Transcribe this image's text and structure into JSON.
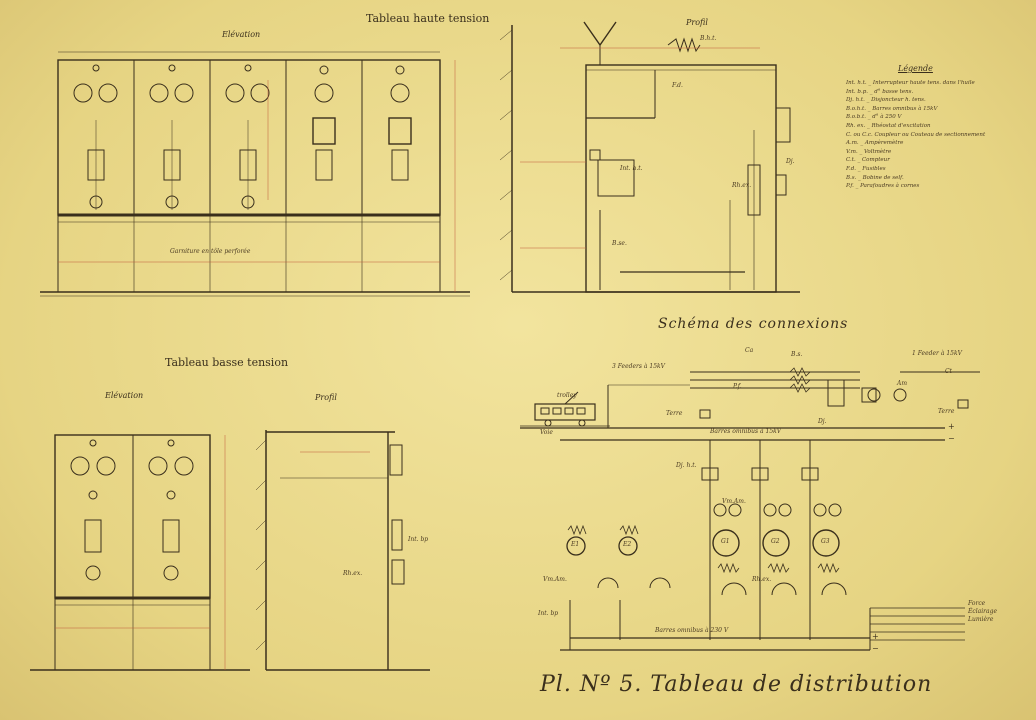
{
  "titles": {
    "haute_tension": "Tableau haute tension",
    "basse_tension": "Tableau basse tension",
    "schema": "Schéma des connexions",
    "plate": "Pl. Nº 5. Tableau de distribution"
  },
  "views": {
    "elevation": "Elévation",
    "profil": "Profil"
  },
  "legend": {
    "title": "Légende",
    "items": [
      "Int. h.t. _ Interrupteur haute tens. dans l'huile",
      "Int. b.p. _ d° basse tens.",
      "Dj. h.t. _ Disjoncteur h. tens.",
      "B.o.h.t. _ Barres omnibus à 15kV",
      "B.o.b.t. _ d° à 250 V",
      "Rh. ex. _ Rhéostat d'excitation",
      "C. ou C.c. Coupleur ou Couteau de sectionnement",
      "A.m. _ Ampèremètre",
      "V.m. _ Voltmètre",
      "C.t. _ Compteur",
      "F.d. _ Fusibles",
      "B.s. _ Bobine de self.",
      "P.f. _ Parafoudres à cornes"
    ]
  },
  "labels": {
    "garniture": "Garniture en tôle perforée",
    "feeders_left": "3 Feeders à 15kV",
    "feeder_right": "1 Feeder à 15kV",
    "barres_omnibus_top": "Barres omnibus à 15kV",
    "barres_omnibus_bottom": "Barres omnibus à 230 V",
    "trolley": "trolley",
    "voie": "Voie",
    "terre": "Terre",
    "pf": "P.f.",
    "ca": "Ca",
    "bs": "B.s.",
    "am": "Am",
    "ct": "Ct",
    "djht": "Dj. h.t.",
    "dj": "Dj.",
    "intht": "Int. h.t.",
    "rhex": "Rh.ex.",
    "bht": "B.h.t.",
    "bse": "B.se.",
    "fd": "F.d.",
    "intbp": "Int. bp",
    "vmam": "Vm.Am.",
    "g1": "G1",
    "g2": "G2",
    "g3": "G3",
    "e1": "E1",
    "e2": "E2",
    "plus": "+",
    "minus": "−",
    "outputs": [
      "Force",
      "Éclairage",
      "Lumière"
    ]
  }
}
